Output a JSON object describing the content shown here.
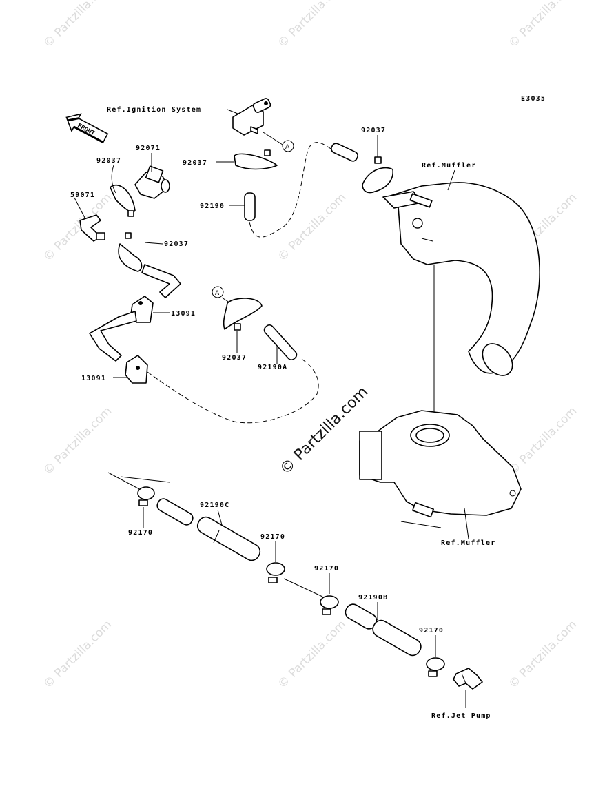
{
  "diagram_code": "E3035",
  "front_label": "FRONT",
  "watermark": "© Partzilla.com",
  "watermark_main": "© Partzilla.com",
  "callout_marker": "A",
  "labels": {
    "ref_ignition": "Ref.Ignition System",
    "ref_muffler_top": "Ref.Muffler",
    "ref_muffler_bottom": "Ref.Muffler",
    "ref_jet_pump": "Ref.Jet Pump",
    "p92037_a": "92037",
    "p92071": "92071",
    "p92037_b": "92037",
    "p59071": "59071",
    "p92037_c": "92037",
    "p92190": "92190",
    "p92037_d": "92037",
    "p13091_a": "13091",
    "p13091_b": "13091",
    "p92037_e": "92037",
    "p92190a": "92190A",
    "p92170_a": "92170",
    "p92190c": "92190C",
    "p92170_b": "92170",
    "p92170_c": "92170",
    "p92190b": "92190B",
    "p92170_d": "92170"
  }
}
